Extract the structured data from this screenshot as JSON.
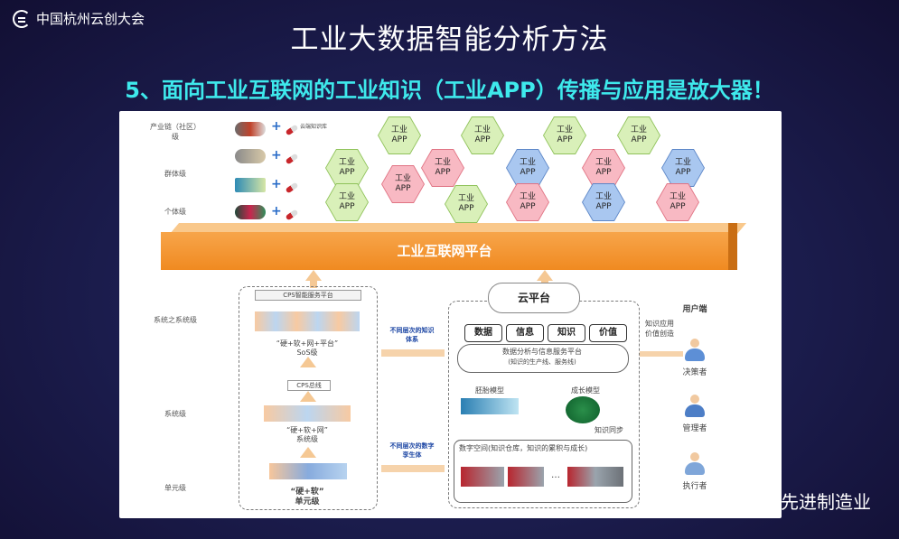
{
  "logo": {
    "text": "中国杭州云创大会"
  },
  "title": "工业大数据智能分析方法",
  "subtitle": "5、面向工业互联网的工业知识（工业APP）传播与应用是放大器！",
  "watermark": "先进制造业",
  "colors": {
    "title": "#ffffff",
    "subtitle": "#3ee9ec",
    "platform": "#f08a21"
  },
  "diagram": {
    "levels_top": [
      "产业链（社区）级",
      "群体级",
      "个体级"
    ],
    "knowledge_note": "云端知识库",
    "app_label_line1": "工业",
    "app_label_line2": "APP",
    "platform": "工业互联网平台",
    "levels_bottom": [
      "系统之系统级",
      "系统级",
      "单元级"
    ],
    "cps_service_platform": "CPS智能服务平台",
    "sos_label": "“硬+软+网+平台”",
    "sos_level": "SoS级",
    "cps_bus": "CPS总线",
    "system_label": "“硬+软+网”",
    "system_level": "系统级",
    "unit_label": "“硬+软”",
    "unit_level": "单元级",
    "note_top": "不同层次的知识体系",
    "note_bottom": "不同层次的数字孪生体",
    "cloud": "云平台",
    "tags": [
      "数据",
      "信息",
      "知识",
      "价值"
    ],
    "analysis_title": "数据分析与信息服务平台",
    "analysis_sub": "(知识的生产线、服务线)",
    "embryo_model": "胚胎模型",
    "growth_model": "成长模型",
    "knowledge_sync": "知识同步",
    "digital_space": "数字空间(知识仓库，知识的累积与成长)",
    "ellipsis": "…",
    "user_side": "用户端",
    "knowledge_app": "知识应用",
    "value_create": "价值创造",
    "users": [
      "决策者",
      "管理者",
      "执行者"
    ]
  }
}
